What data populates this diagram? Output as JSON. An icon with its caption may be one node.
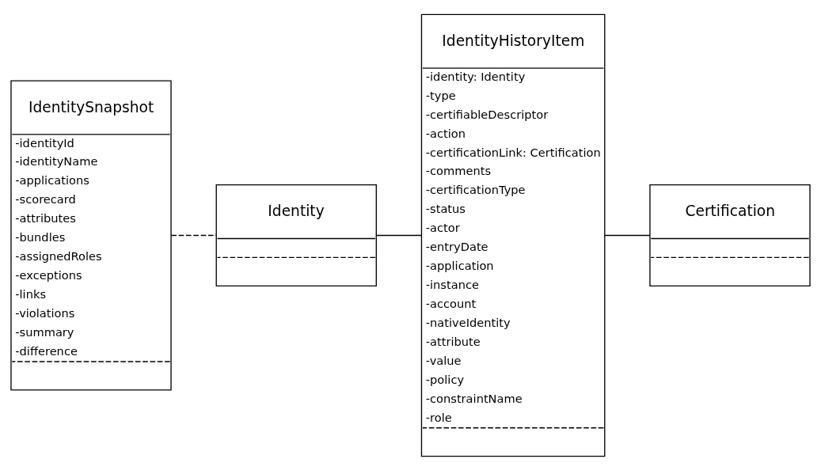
{
  "diagram": {
    "nodes": [
      {
        "text": [
          "IdentitySnapshot",
          "-identityId",
          "-identityName",
          "-applications",
          "-scorecard",
          "-attributes",
          "-bundles",
          "-assignedRoles",
          "-exceptions",
          "-links",
          "-violations",
          "-summary",
          "-difference"
        ]
      },
      {
        "text": [
          "Identity"
        ]
      },
      {
        "text": [
          "IdentityHistoryItem",
          "-identity: Identity",
          "-type",
          "-certifiableDescriptor",
          "-action",
          "-certificationLink: Certification",
          "-comments",
          "-certificationType",
          "-status",
          "-actor",
          "-entryDate",
          "-application",
          "-instance",
          "-account",
          "-nativeIdentity",
          "-attribute",
          "-value",
          "-policy",
          "-constraintName",
          "-role"
        ]
      },
      {
        "text": [
          "Certification"
        ]
      }
    ],
    "edges": [
      {
        "from": 0,
        "to": 1,
        "arrow": "none",
        "style": "dashed"
      },
      {
        "from": 1,
        "to": 2,
        "arrow": "none"
      },
      {
        "from": 2,
        "to": 3,
        "arrow": "none"
      }
    ]
  }
}
